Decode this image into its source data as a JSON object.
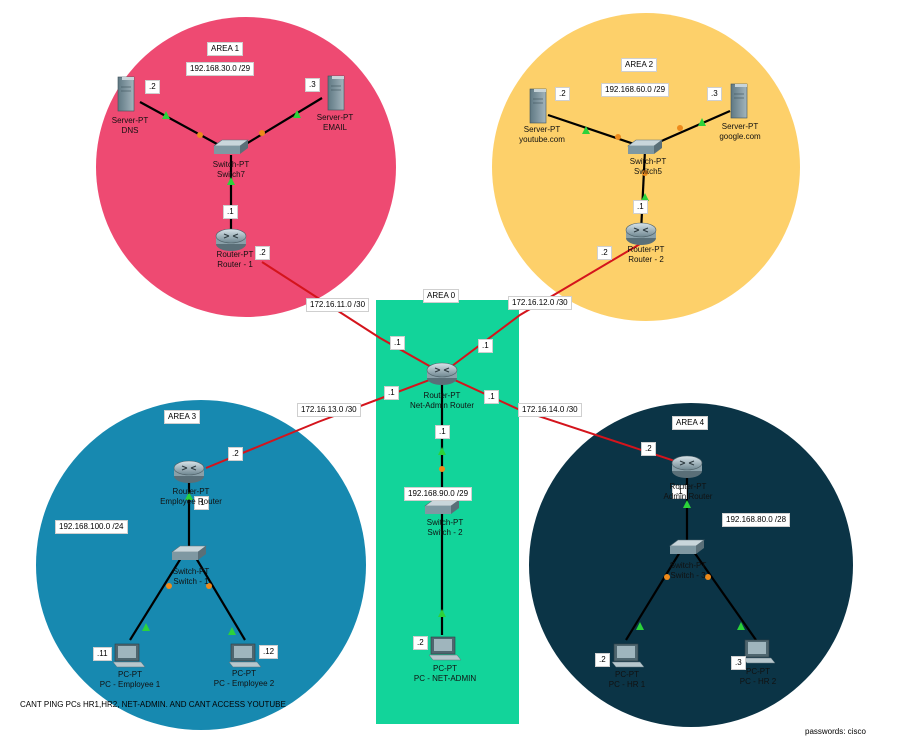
{
  "areas": {
    "area0": "AREA 0",
    "area1": "AREA 1",
    "area2": "AREA 2",
    "area3": "AREA 3",
    "area4": "AREA 4"
  },
  "colors": {
    "area0": "#12d49a",
    "area1": "#ee4a72",
    "area2": "#fdd06a",
    "area3": "#1789b0",
    "area4": "#0b3446",
    "link_serial": "#d4141c",
    "link_ethernet": "#000000",
    "port_up": "#2bd23a",
    "port_orange": "#ee8a1a"
  },
  "subnets": {
    "area1_lan": "192.168.30.0 /29",
    "area2_lan": "192.168.60.0 /29",
    "area0_lan": "192.168.90.0 /29",
    "area3_lan": "192.168.100.0 /24",
    "area4_lan": "192.168.80.0 /28",
    "wan_r1": "172.16.11.0 /30",
    "wan_r2": "172.16.12.0 /30",
    "wan_r3": "172.16.13.0 /30",
    "wan_r4": "172.16.14.0 /30"
  },
  "interfaces": {
    "dns": ".2",
    "email": ".3",
    "youtube": ".2",
    "google": ".3",
    "sw7_r1": ".1",
    "r1_wan": ".2",
    "sw5_r2": ".1",
    "r2_wan": ".2",
    "core_r1": ".1",
    "core_r2": ".1",
    "core_r3": ".1",
    "core_r4": ".1",
    "core_lan": ".1",
    "r3_wan": ".2",
    "r3_lan": ".1",
    "r4_wan": ".2",
    "r4_lan": ".1",
    "emp1": ".11",
    "emp2": ".12",
    "netadmin": ".2",
    "hr1": ".2",
    "hr2": ".3"
  },
  "devices": {
    "dns": {
      "type": "Server-PT",
      "name": "DNS"
    },
    "email": {
      "type": "Server-PT",
      "name": "EMAIL"
    },
    "youtube": {
      "type": "Server-PT",
      "name": "youtube.com"
    },
    "google": {
      "type": "Server-PT",
      "name": "google.com"
    },
    "switch7": {
      "type": "Switch-PT",
      "name": "Switch7"
    },
    "switch5": {
      "type": "Switch-PT",
      "name": "Switch5"
    },
    "router1": {
      "type": "Router-PT",
      "name": "Router - 1"
    },
    "router2": {
      "type": "Router-PT",
      "name": "Router - 2"
    },
    "core": {
      "type": "Router-PT",
      "name": "Net-Admin Router"
    },
    "switch2": {
      "type": "Switch-PT",
      "name": "Switch - 2"
    },
    "netadmin_pc": {
      "type": "PC-PT",
      "name": "PC - NET-ADMIN"
    },
    "emp_router": {
      "type": "Router-PT",
      "name": "Employee Router"
    },
    "emp_switch": {
      "type": "Switch-PT",
      "name": "Switch - 1"
    },
    "emp1": {
      "type": "PC-PT",
      "name": "PC - Employee 1"
    },
    "emp2": {
      "type": "PC-PT",
      "name": "PC - Employee 2"
    },
    "admin_router": {
      "type": "Router-PT",
      "name": "Admin Router"
    },
    "admin_switch": {
      "type": "Switch-PT",
      "name": "Switch - 3"
    },
    "hr1": {
      "type": "PC-PT",
      "name": "PC - HR 1"
    },
    "hr2": {
      "type": "PC-PT",
      "name": "PC - HR 2"
    }
  },
  "notes": {
    "problem": "CANT PING PCs  HR1,HR2, NET-ADMIN. AND CANT ACCESS YOUTUBE",
    "passwords": "passwords: cisco"
  }
}
